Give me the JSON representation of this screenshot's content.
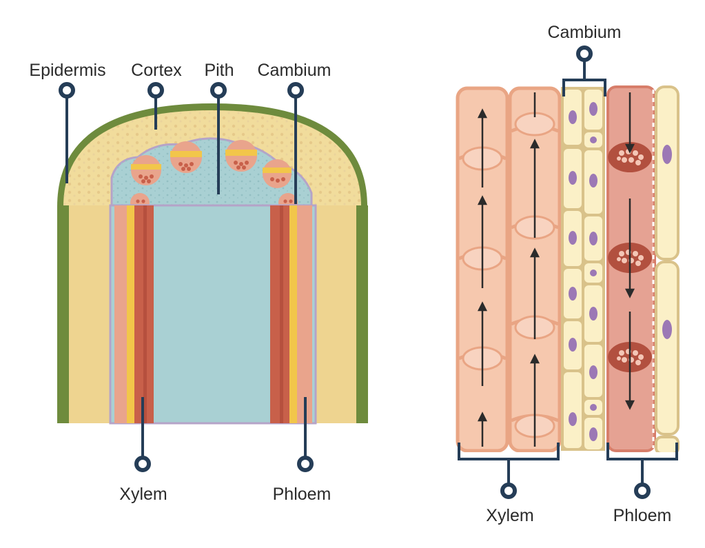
{
  "stem": {
    "labels": {
      "epidermis": "Epidermis",
      "cortex": "Cortex",
      "pith": "Pith",
      "cambium": "Cambium",
      "xylem": "Xylem",
      "phloem": "Phloem"
    }
  },
  "tissue": {
    "labels": {
      "cambium": "Cambium",
      "xylem": "Xylem",
      "phloem": "Phloem"
    }
  },
  "colors": {
    "pointer": "#253d57",
    "epidermis": "#6e8b3d",
    "cortex": "#f1dc9c",
    "pith": "#a9d0d3",
    "xylem": "#f0b89c",
    "phloem": "#e5a293",
    "cambium": "#fbf0c7",
    "nucleus": "#9c78b5"
  }
}
